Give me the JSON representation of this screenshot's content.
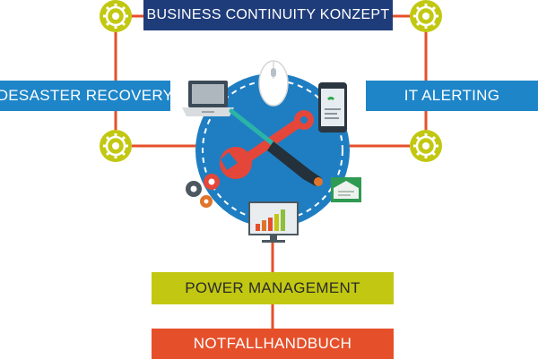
{
  "diagram": {
    "top_box": "BUSINESS CONTINUITY KONZEPT",
    "left_box": "DESASTER RECOVERY",
    "right_box": "IT ALERTING",
    "power_box": "POWER MANAGEMENT",
    "bottom_box": "NOTFALLHANDBUCH"
  },
  "colors": {
    "connector": "#e5502a",
    "gear": "#c2c811",
    "circle": "#1f7ec2",
    "dark_blue": "#1f3c7a",
    "mid_blue": "#1e85c8",
    "lime": "#c2c811",
    "orange": "#e5502a"
  },
  "icons": [
    "gear-icon",
    "laptop-icon",
    "mouse-icon",
    "smartphone-icon",
    "wrench-icon",
    "screwdriver-icon",
    "cogs-icon",
    "mail-icon",
    "monitor-chart-icon"
  ]
}
